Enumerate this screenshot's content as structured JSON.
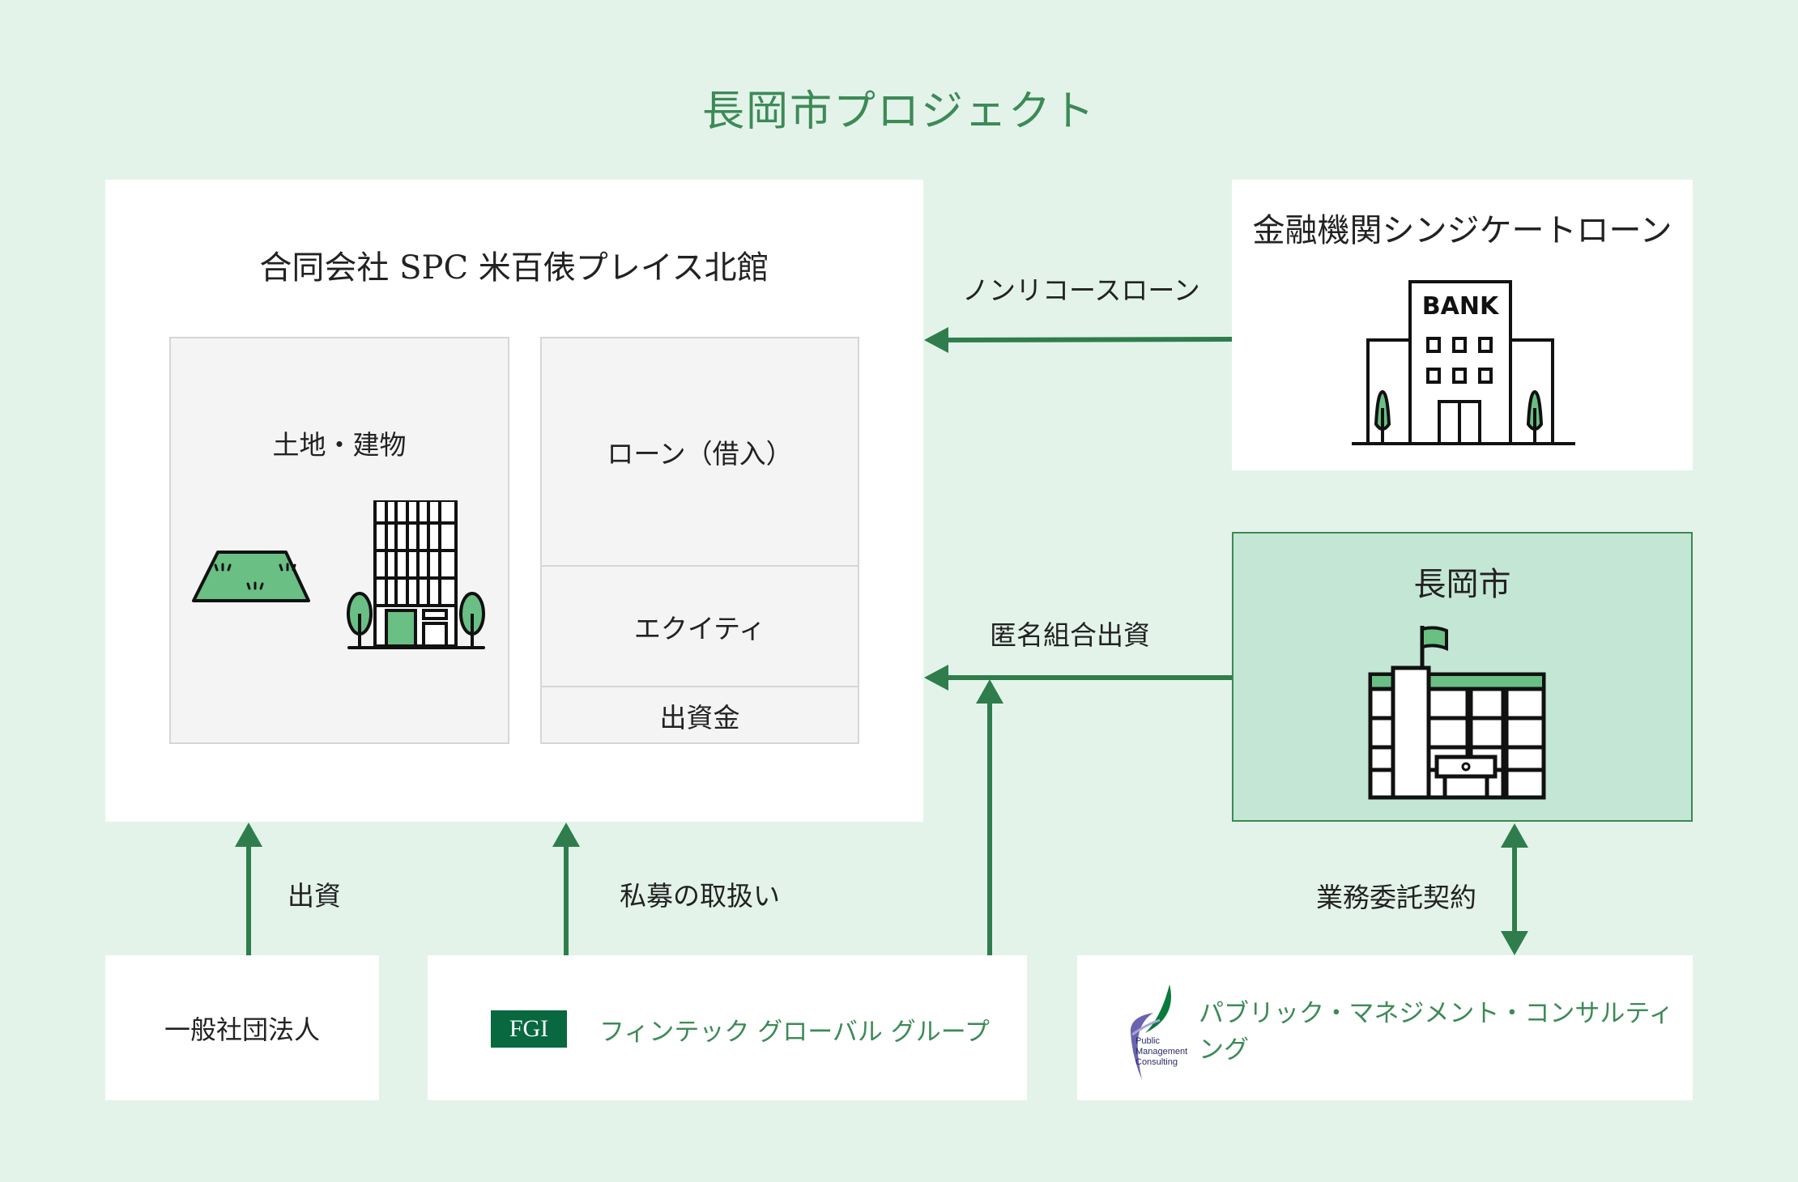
{
  "title": "長岡市プロジェクト",
  "spc": {
    "title": "合同会社 SPC 米百俵プレイス北館",
    "assets_label": "土地・建物",
    "liabilities": {
      "loan": "ローン（借入）",
      "equity": "エクイティ",
      "capital": "出資金"
    }
  },
  "bank": {
    "title": "金融機関シンジケートローン",
    "sign": "BANK"
  },
  "city": {
    "title": "長岡市"
  },
  "bottom": {
    "association": "一般社団法人",
    "fgi": {
      "logo": "FGI",
      "name": "フィンテック グローバル グループ"
    },
    "pmc": {
      "logo_lines": [
        "Public",
        "Management",
        "Consulting"
      ],
      "name": "パブリック・マネジメント・コンサルティング"
    }
  },
  "arrows": {
    "nonrecourse": "ノンリコースローン",
    "silent_partnership": "匿名組合出資",
    "investment": "出資",
    "private_placement": "私募の取扱い",
    "outsourcing": "業務委託契約"
  },
  "colors": {
    "background": "#e3f3ea",
    "accent": "#3d8a57",
    "arrow": "#2f7d4c",
    "city_fill": "#c4e6d5",
    "fgi_logo": "#08683f",
    "icon_green": "#6abf84"
  }
}
